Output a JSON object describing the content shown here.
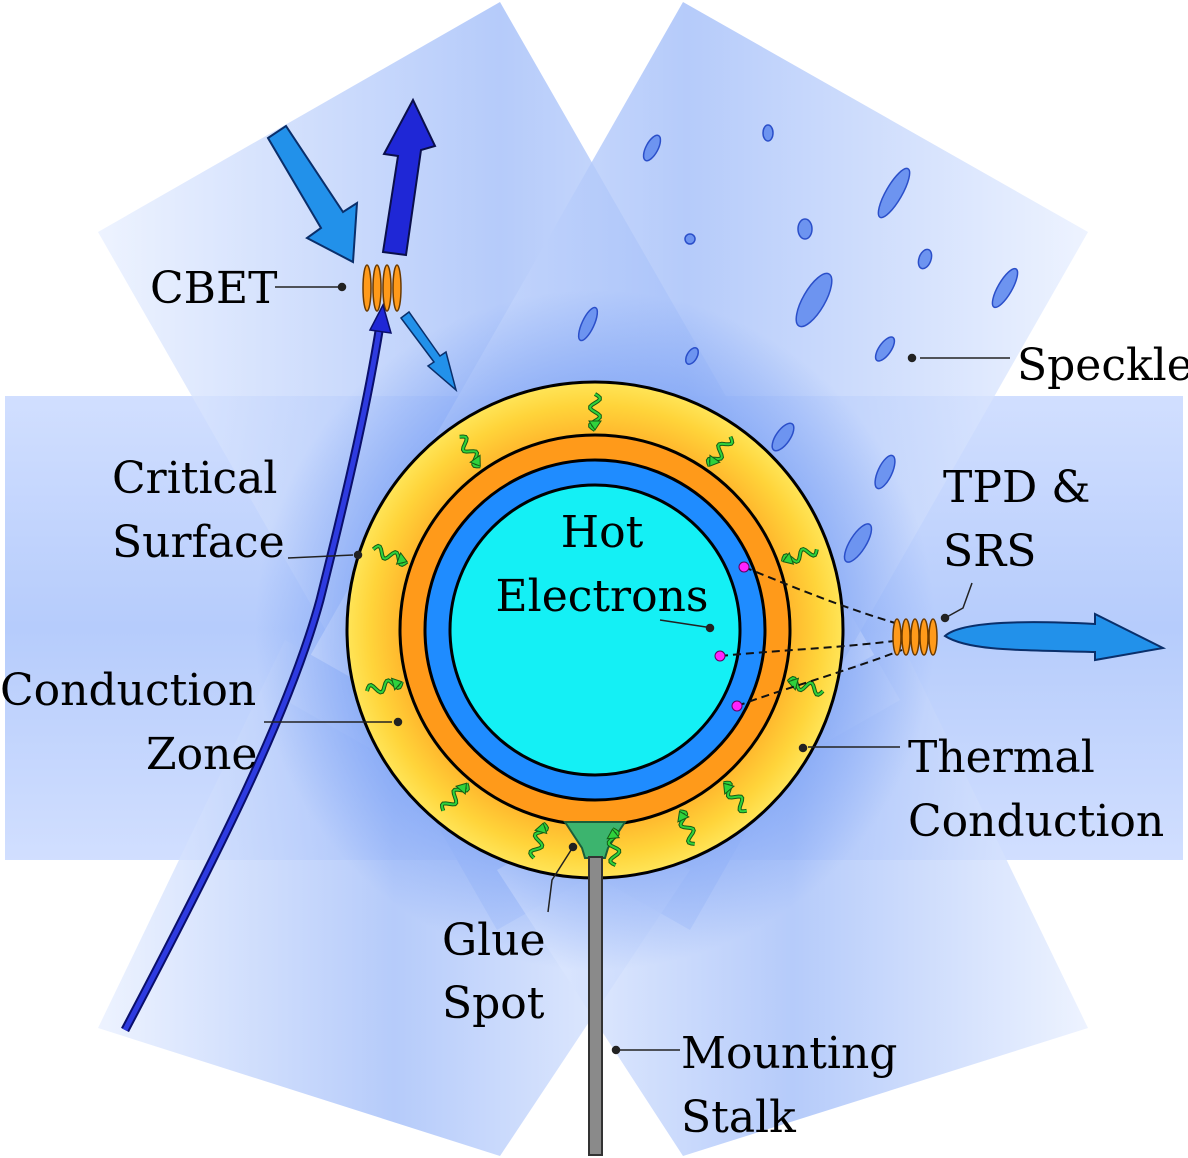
{
  "labels": {
    "cbet": "CBET",
    "speckle": "Speckle",
    "critical_surface": [
      "Critical",
      "Surface"
    ],
    "hot_electrons": [
      "Hot",
      "Electrons"
    ],
    "tpd_srs": [
      "TPD &",
      "SRS"
    ],
    "conduction_zone": [
      "Conduction",
      "Zone"
    ],
    "thermal_conduction": [
      "Thermal",
      "Conduction"
    ],
    "glue_spot": [
      "Glue",
      "Spot"
    ],
    "mounting_stalk": [
      "Mounting",
      "Stalk"
    ]
  },
  "colors": {
    "beam": "#7fa8f5",
    "conduction_zone": "#ffd21f",
    "critical_ring": "#ff9a1a",
    "dense_shell": "#1f8cff",
    "core": "#14f0f5",
    "glue": "#3cb46e",
    "stalk": "#8a8a8a",
    "laser_ray": "#1f27d6",
    "cbet_arrow": "#2291ea",
    "hot_electron": "#ff22ff",
    "wave": "#2fd23c"
  }
}
